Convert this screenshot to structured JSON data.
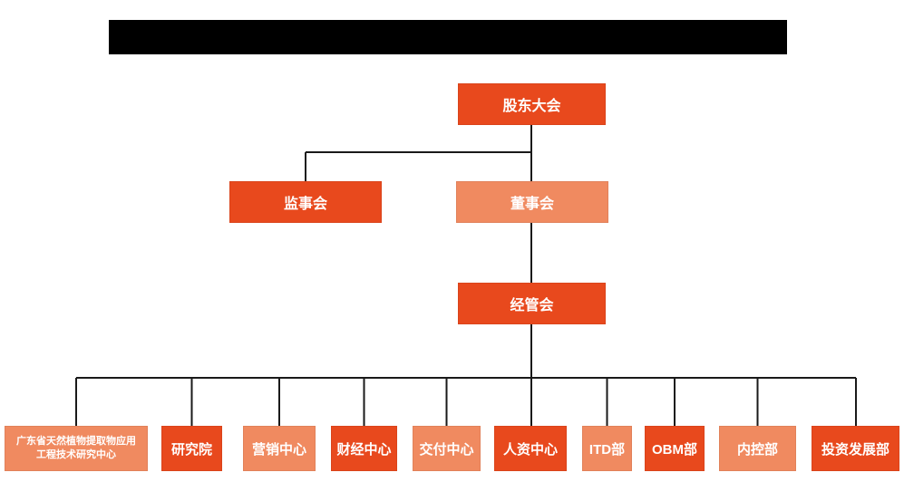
{
  "colors": {
    "primary": "#e8491d",
    "secondary": "#f08a60",
    "line": "#1a1a1a",
    "redaction": "#000000"
  },
  "header": {
    "redacted_title_bar": true
  },
  "org_chart": {
    "nodes": {
      "shareholders_meeting": {
        "label": "股东大会",
        "tone": "primary"
      },
      "supervisory_board": {
        "label": "监事会",
        "tone": "primary"
      },
      "board_of_directors": {
        "label": "董事会",
        "tone": "secondary"
      },
      "management_committee": {
        "label": "经管会",
        "tone": "primary"
      }
    },
    "departments": [
      {
        "label": "广东省天然植物提取物应用工程技术研究中心",
        "tone": "secondary"
      },
      {
        "label": "研究院",
        "tone": "primary"
      },
      {
        "label": "营销中心",
        "tone": "secondary"
      },
      {
        "label": "财经中心",
        "tone": "primary"
      },
      {
        "label": "交付中心",
        "tone": "secondary"
      },
      {
        "label": "人资中心",
        "tone": "primary"
      },
      {
        "label": "ITD部",
        "tone": "secondary"
      },
      {
        "label": "OBM部",
        "tone": "primary"
      },
      {
        "label": "内控部",
        "tone": "secondary"
      },
      {
        "label": "投资发展部",
        "tone": "primary"
      }
    ]
  }
}
